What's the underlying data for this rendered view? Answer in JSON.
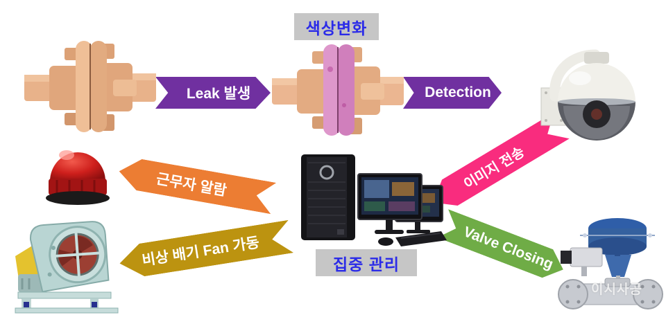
{
  "labels": {
    "color_change": "색상변화",
    "central_management": "집중 관리"
  },
  "arrows": {
    "leak": {
      "label": "Leak 발생",
      "color": "#7030A0",
      "direction": "right"
    },
    "detection": {
      "label": "Detection",
      "color": "#7030A0",
      "direction": "right"
    },
    "image_transfer": {
      "label": "이미지 전송",
      "color": "#F92C7E",
      "direction": "down-left"
    },
    "worker_alarm": {
      "label": "근무자 알람",
      "color": "#EC7D33",
      "direction": "left"
    },
    "fan_start": {
      "label": "비상 배기 Fan 가동",
      "color": "#BC9310",
      "direction": "left"
    },
    "valve_closing": {
      "label": "Valve Closing",
      "color": "#6FAC46",
      "direction": "down-right"
    }
  },
  "images": {
    "flange_normal": "pipe-flange-coupling",
    "flange_leak": "pipe-flange-coupling-discolored-pink",
    "camera": "cctv-dome-camera",
    "beacon": "red-warning-beacon",
    "fan": "centrifugal-exhaust-fan",
    "workstation": "control-computer-workstation",
    "valve": "pneumatic-control-valve"
  },
  "watermark": "이시사공",
  "colors": {
    "background": "#FFFFFF",
    "label_bg": "#C6C6C6",
    "label_text": "#2B2BE8",
    "arrow_text": "#FFFFFF"
  }
}
